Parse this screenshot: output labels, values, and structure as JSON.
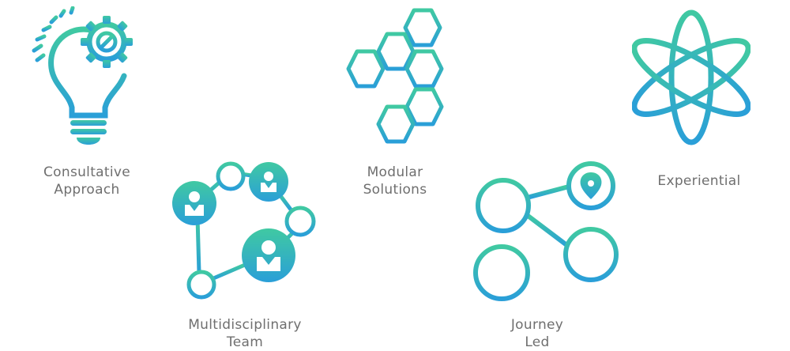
{
  "colors": {
    "gradient_top": "#40c9a2",
    "gradient_bottom": "#2a9fd8",
    "label_text": "#6f6f6f"
  },
  "features": {
    "consultative": {
      "icon": "lightbulb-gear-icon",
      "label_line1": "Consultative",
      "label_line2": "Approach"
    },
    "multidisciplinary": {
      "icon": "network-people-icon",
      "label_line1": "Multidisciplinary",
      "label_line2": "Team"
    },
    "modular": {
      "icon": "hexagon-cluster-icon",
      "label_line1": "Modular",
      "label_line2": "Solutions"
    },
    "journey": {
      "icon": "journey-share-nodes-icon",
      "label_line1": "Journey",
      "label_line2": "Led"
    },
    "experiential": {
      "icon": "atom-icon",
      "label_line1": "Experiential"
    }
  }
}
